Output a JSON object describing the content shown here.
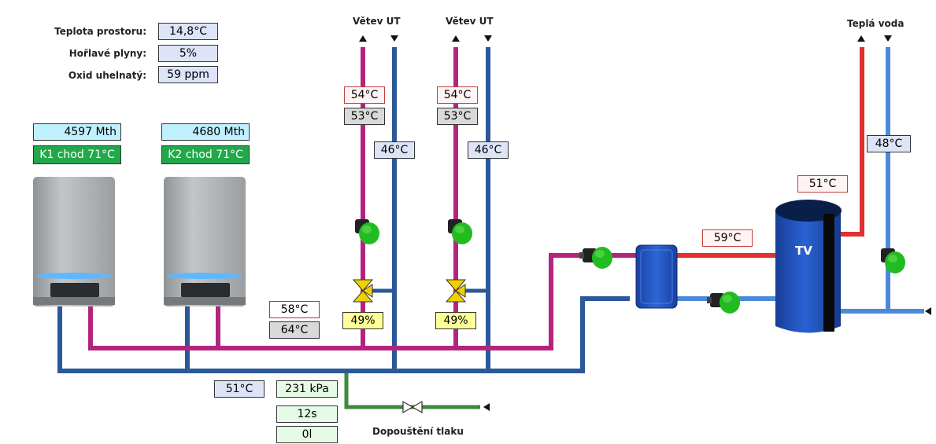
{
  "colors": {
    "supply": "#b4247e",
    "return": "#2a5898",
    "hot_water": "#e03030",
    "cold_water": "#4a8ad8",
    "fill_line": "#3a8a3a",
    "pump_green": "#22bb22",
    "boiler_gray": "#a8acae",
    "tank_blue": "#1e4fb8"
  },
  "info": {
    "room_temp_label": "Teplota prostoru:",
    "room_temp": "14,8°C",
    "gas_label": "Hořlavé plyny:",
    "gas": "5%",
    "co_label": "Oxid uhelnatý:",
    "co": "59 ppm"
  },
  "boilers": [
    {
      "hours": "4597 Mth",
      "status": "K1 chod 71°C"
    },
    {
      "hours": "4680 Mth",
      "status": "K2 chod 71°C"
    }
  ],
  "branches": [
    {
      "title": "Větev UT",
      "supply_temp": "54°C",
      "set_temp": "53°C",
      "return_temp": "46°C",
      "valve": "49%"
    },
    {
      "title": "Větev UT",
      "supply_temp": "54°C",
      "set_temp": "53°C",
      "return_temp": "46°C",
      "valve": "49%"
    }
  ],
  "main": {
    "supply_temp": "58°C",
    "set_temp": "64°C",
    "return_temp": "51°C"
  },
  "pressure": {
    "value": "231 kPa",
    "time": "12s",
    "volume": "0l",
    "refill_label": "Dopouštění tlaku"
  },
  "dhw": {
    "title": "Teplá voda",
    "tank_label": "TV",
    "hx_temp": "59°C",
    "tank_temp": "51°C",
    "cold_temp": "48°C"
  }
}
